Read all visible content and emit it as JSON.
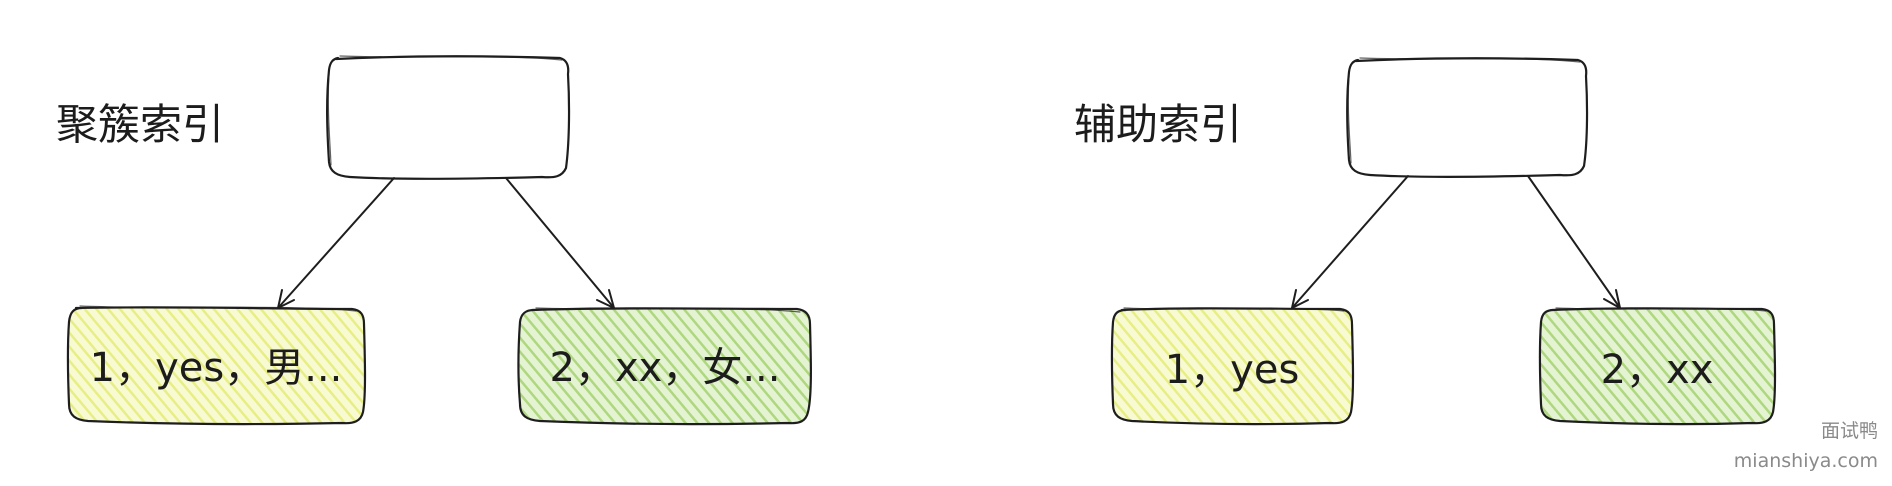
{
  "colors": {
    "stroke": "#1e1e1e",
    "fill_yellow": "#eef29a",
    "fill_green": "#b4dd8c",
    "text": "#1c1c1c",
    "watermark": "#8a8a8a"
  },
  "diagrams": [
    {
      "title": "聚簇索引",
      "leaves": [
        {
          "text": "1，yes，男...",
          "fill": "yellow"
        },
        {
          "text": "2，xx，女...",
          "fill": "green"
        }
      ]
    },
    {
      "title": "辅助索引",
      "leaves": [
        {
          "text": "1，yes",
          "fill": "yellow"
        },
        {
          "text": "2，xx",
          "fill": "green"
        }
      ]
    }
  ],
  "watermark": {
    "line1": "面试鸭",
    "line2": "mianshiya.com"
  }
}
